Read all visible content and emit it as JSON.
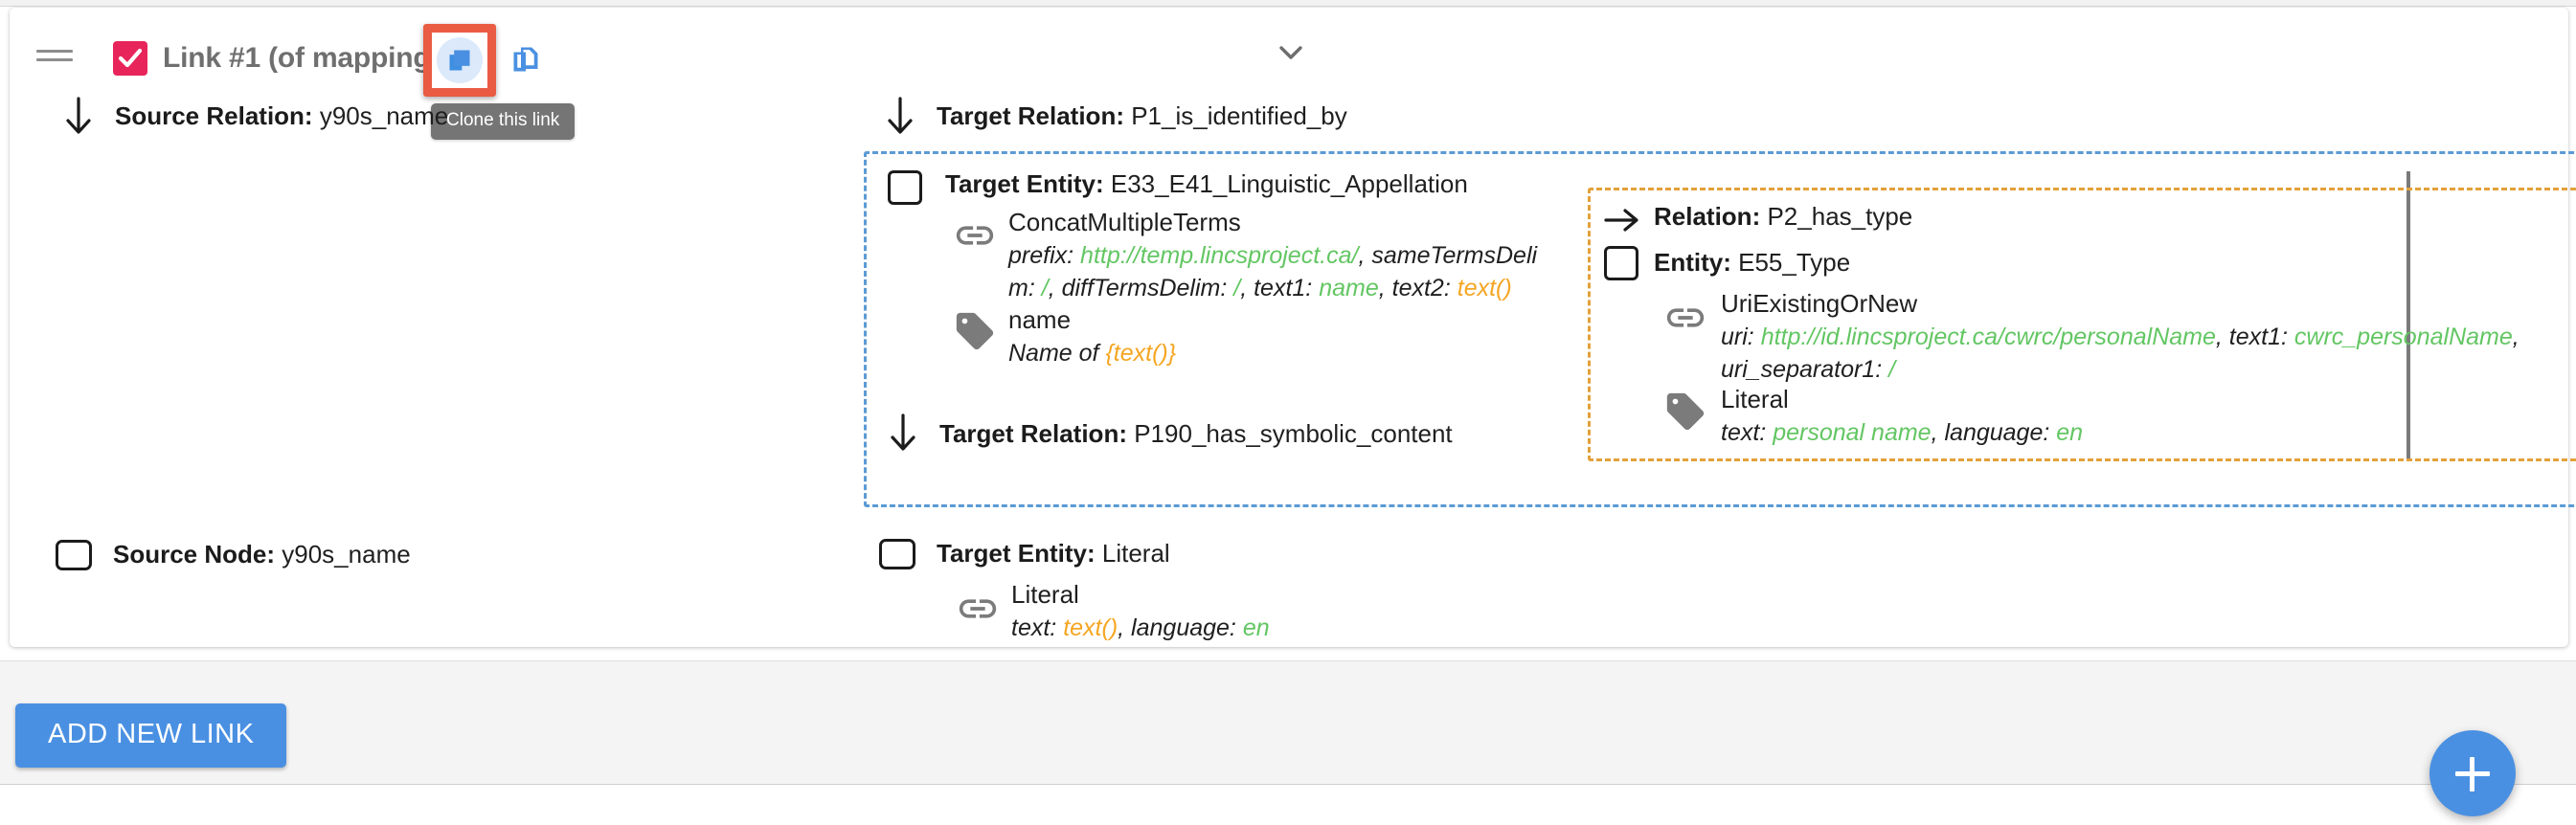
{
  "header": {
    "title": "Link #1 (of mapping #1)",
    "checkbox_checked": true,
    "checkbox_color": "#e8255a",
    "drag_handle_icon": "drag-handle-icon",
    "clone_icon": "content-copy-icon",
    "duplicate_icon": "file-copy-icon",
    "collapse_icon": "chevron-down-icon",
    "tooltip": "Clone this link",
    "highlight_color": "#ea5b43"
  },
  "source": {
    "relation_label": "Source Relation:",
    "relation_value": "y90s_name",
    "node_label": "Source Node:",
    "node_value": "y90s_name",
    "arrow_icon": "arrow-down-icon"
  },
  "target": {
    "relation1_label": "Target Relation:",
    "relation1_value": "P1_is_identified_by",
    "relation2_label": "Target Relation:",
    "relation2_value": "P190_has_symbolic_content",
    "entity1_label": "Target Entity:",
    "entity1_value": "E33_E41_Linguistic_Appellation",
    "entity2_label": "Target Entity:",
    "entity2_value": "Literal",
    "arrow_icon": "arrow-down-icon"
  },
  "entity1_props": {
    "uri_icon": "link-chain-icon",
    "uri_function": "ConcatMultipleTerms",
    "uri_line1_k1": "prefix:",
    "uri_line1_v1": "http://temp.lincsproject.ca/",
    "uri_line1_k2": ", sameTermsDeli",
    "uri_line2": [
      {
        "k": "m:",
        "v": "/",
        "vcolor": "green"
      },
      {
        "k": ", diffTermsDelim:",
        "v": "/",
        "vcolor": "green"
      },
      {
        "k": ", text1:",
        "v": "name",
        "vcolor": "green"
      },
      {
        "k": ", text2:",
        "v": "text()",
        "vcolor": "orange"
      }
    ],
    "label_icon": "tag-icon",
    "label_function": "name",
    "label_prefix": "Name of ",
    "label_value": "{text()}"
  },
  "type_panel": {
    "relation_label": "Relation:",
    "relation_value": "P2_has_type",
    "relation_arrow_icon": "arrow-right-icon",
    "entity_label": "Entity:",
    "entity_value": "E55_Type",
    "uri_icon": "link-chain-icon",
    "uri_function": "UriExistingOrNew",
    "uri_k1": "uri:",
    "uri_v1": "http://id.lincsproject.ca/cwrc/personalName",
    "uri_k2": ", text1:",
    "uri_v2": "cwrc_personalName",
    "uri_comma": ",",
    "uri_k3": "uri_separator1:",
    "uri_v3": "/",
    "label_icon": "tag-icon",
    "label_function": "Literal",
    "label_k1": "text:",
    "label_v1": "personal name",
    "label_k2": ", language:",
    "label_v2": "en",
    "border_color": "#e3a13a"
  },
  "entity2_props": {
    "uri_icon": "link-chain-icon",
    "function": "Literal",
    "k1": "text:",
    "v1": "text()",
    "k2": ", language:",
    "v2": "en"
  },
  "footer": {
    "add_link_label": "ADD NEW LINK",
    "fab_icon": "plus-icon",
    "accent_color": "#4a90e2"
  },
  "colors": {
    "blue_dashed": "#5b9bd5",
    "orange_dashed": "#e3a13a",
    "green_value": "#63c663",
    "orange_value": "#f5a623"
  }
}
